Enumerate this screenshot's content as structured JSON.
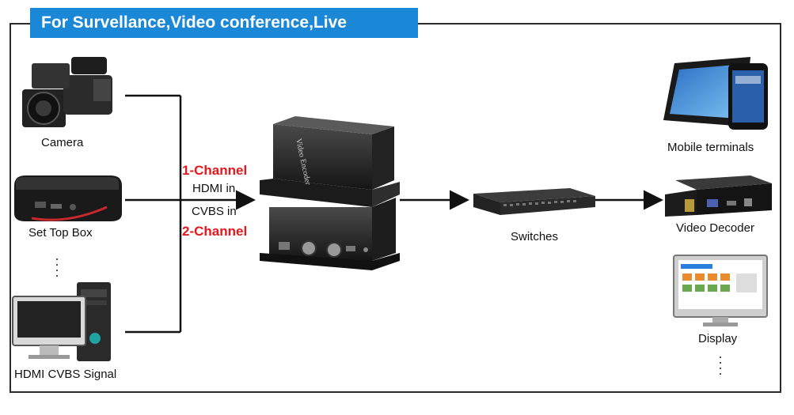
{
  "banner": {
    "title": "For Survellance,Video conference,Live Streaming"
  },
  "sources": {
    "camera": "Camera",
    "set_top_box": "Set Top Box",
    "hdmi_cvbs": "HDMI CVBS Signal"
  },
  "inputs": {
    "channel_1": "1-Channel",
    "hdmi_in": "HDMI in",
    "cvbs_in": "CVBS in",
    "channel_2": "2-Channel"
  },
  "encoder": {
    "top_label": "Video Encoder"
  },
  "network": {
    "switches": "Switches"
  },
  "outputs": {
    "mobile": "Mobile terminals",
    "decoder": "Video Decoder",
    "display": "Display"
  },
  "colors": {
    "banner": "#1a88d6",
    "accent_red": "#e0191e"
  }
}
